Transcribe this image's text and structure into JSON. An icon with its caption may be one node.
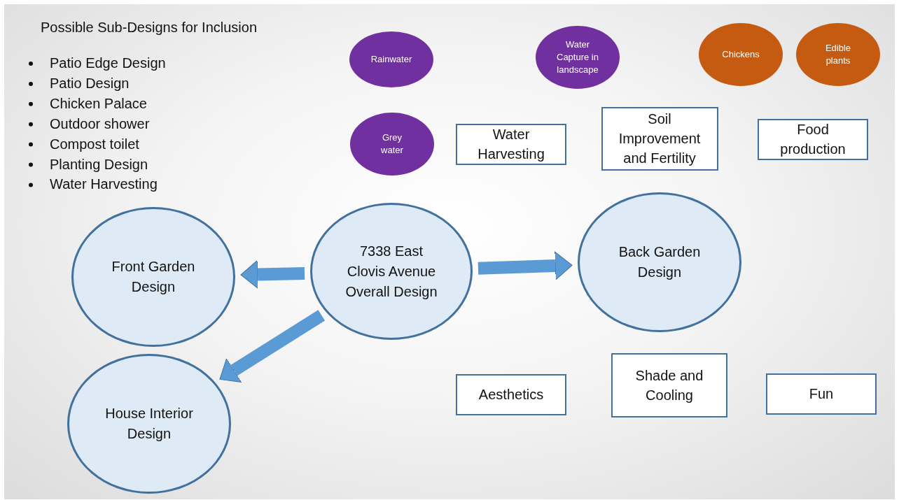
{
  "diagram": {
    "nodes": [
      {
        "text": [
          "7338 East Clovis Avenue Overall Design"
        ]
      },
      {
        "text": [
          "Front Garden Design"
        ]
      },
      {
        "text": [
          "Back Garden Design"
        ]
      },
      {
        "text": [
          "House Interior Design"
        ]
      },
      {
        "text": [
          "Rainwater"
        ]
      },
      {
        "text": [
          "Water Capture in landscape"
        ]
      },
      {
        "text": [
          "Chickens"
        ]
      },
      {
        "text": [
          "Edible plants"
        ]
      },
      {
        "text": [
          "Grey water"
        ]
      },
      {
        "text": [
          "Water Harvesting"
        ]
      },
      {
        "text": [
          "Soil Improvement and Fertility"
        ]
      },
      {
        "text": [
          "Food production"
        ]
      },
      {
        "text": [
          "Aesthetics"
        ]
      },
      {
        "text": [
          "Shade and Cooling"
        ]
      },
      {
        "text": [
          "Fun"
        ]
      }
    ],
    "edges": [
      {
        "from": 0,
        "to": 1,
        "arrow": "to"
      },
      {
        "from": 0,
        "to": 2,
        "arrow": "to"
      },
      {
        "from": 0,
        "to": 3,
        "arrow": "to"
      }
    ],
    "labels": [
      "Possible Sub-Designs for Inclusion",
      "Patio Edge Design",
      "Patio Design",
      "Chicken Palace",
      "Outdoor shower",
      "Compost toilet",
      "Planting Design",
      "Water Harvesting"
    ]
  }
}
